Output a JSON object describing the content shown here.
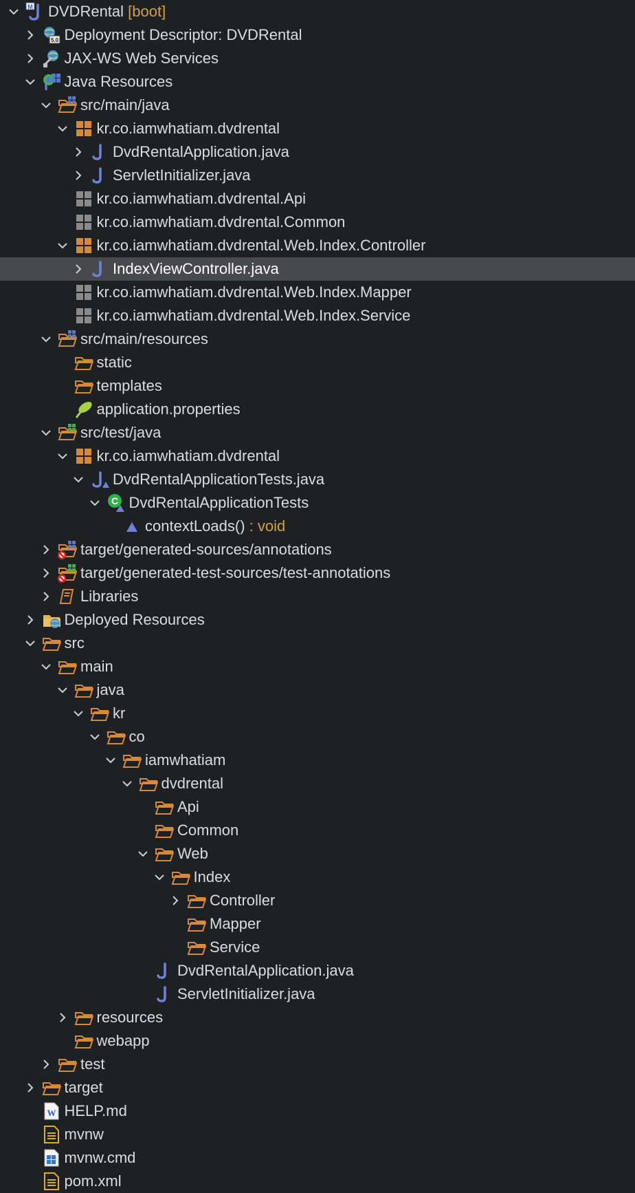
{
  "colors": {
    "background": "#1e2124",
    "text": "#dcdcdc",
    "decoration": "#d4a13c",
    "selection": "#47494d",
    "folder": "#d7893a",
    "java": "#6e82dc"
  },
  "tree": [
    {
      "label": "DVDRental",
      "decoration": "[boot]",
      "depth": 0,
      "chevron": "down",
      "icon": "maven-project-icon"
    },
    {
      "label": "Deployment Descriptor: DVDRental",
      "depth": 1,
      "chevron": "right",
      "icon": "deployment-descriptor-icon"
    },
    {
      "label": "JAX-WS Web Services",
      "depth": 1,
      "chevron": "right",
      "icon": "web-services-icon"
    },
    {
      "label": "Java Resources",
      "depth": 1,
      "chevron": "down",
      "icon": "java-resources-icon"
    },
    {
      "label": "src/main/java",
      "depth": 2,
      "chevron": "down",
      "icon": "source-folder-icon"
    },
    {
      "label": "kr.co.iamwhatiam.dvdrental",
      "depth": 3,
      "chevron": "down",
      "icon": "package-icon"
    },
    {
      "label": "DvdRentalApplication.java",
      "depth": 4,
      "chevron": "right",
      "icon": "java-file-icon"
    },
    {
      "label": "ServletInitializer.java",
      "depth": 4,
      "chevron": "right",
      "icon": "java-file-icon"
    },
    {
      "label": "kr.co.iamwhatiam.dvdrental.Api",
      "depth": 3,
      "chevron": "none",
      "icon": "empty-package-icon"
    },
    {
      "label": "kr.co.iamwhatiam.dvdrental.Common",
      "depth": 3,
      "chevron": "none",
      "icon": "empty-package-icon"
    },
    {
      "label": "kr.co.iamwhatiam.dvdrental.Web.Index.Controller",
      "depth": 3,
      "chevron": "down",
      "icon": "package-icon"
    },
    {
      "label": "IndexViewController.java",
      "depth": 4,
      "chevron": "right",
      "icon": "java-file-icon",
      "selected": true
    },
    {
      "label": "kr.co.iamwhatiam.dvdrental.Web.Index.Mapper",
      "depth": 3,
      "chevron": "none",
      "icon": "empty-package-icon"
    },
    {
      "label": "kr.co.iamwhatiam.dvdrental.Web.Index.Service",
      "depth": 3,
      "chevron": "none",
      "icon": "empty-package-icon"
    },
    {
      "label": "src/main/resources",
      "depth": 2,
      "chevron": "down",
      "icon": "source-folder-icon"
    },
    {
      "label": "static",
      "depth": 3,
      "chevron": "none",
      "icon": "folder-icon"
    },
    {
      "label": "templates",
      "depth": 3,
      "chevron": "none",
      "icon": "folder-icon"
    },
    {
      "label": "application.properties",
      "depth": 3,
      "chevron": "none",
      "icon": "properties-file-icon"
    },
    {
      "label": "src/test/java",
      "depth": 2,
      "chevron": "down",
      "icon": "test-source-folder-icon"
    },
    {
      "label": "kr.co.iamwhatiam.dvdrental",
      "depth": 3,
      "chevron": "down",
      "icon": "package-icon"
    },
    {
      "label": "DvdRentalApplicationTests.java",
      "depth": 4,
      "chevron": "down",
      "icon": "java-test-file-icon"
    },
    {
      "label": "DvdRentalApplicationTests",
      "depth": 5,
      "chevron": "down",
      "icon": "class-icon"
    },
    {
      "label": "contextLoads()",
      "decoration": ": void",
      "depth": 6,
      "chevron": "none",
      "icon": "method-icon"
    },
    {
      "label": "target/generated-sources/annotations",
      "depth": 2,
      "chevron": "right",
      "icon": "generated-source-folder-icon"
    },
    {
      "label": "target/generated-test-sources/test-annotations",
      "depth": 2,
      "chevron": "right",
      "icon": "generated-test-folder-icon"
    },
    {
      "label": "Libraries",
      "depth": 2,
      "chevron": "right",
      "icon": "libraries-icon"
    },
    {
      "label": "Deployed Resources",
      "depth": 1,
      "chevron": "right",
      "icon": "deployed-resources-icon"
    },
    {
      "label": "src",
      "depth": 1,
      "chevron": "down",
      "icon": "folder-icon"
    },
    {
      "label": "main",
      "depth": 2,
      "chevron": "down",
      "icon": "folder-icon"
    },
    {
      "label": "java",
      "depth": 3,
      "chevron": "down",
      "icon": "folder-icon"
    },
    {
      "label": "kr",
      "depth": 4,
      "chevron": "down",
      "icon": "folder-icon"
    },
    {
      "label": "co",
      "depth": 5,
      "chevron": "down",
      "icon": "folder-icon"
    },
    {
      "label": "iamwhatiam",
      "depth": 6,
      "chevron": "down",
      "icon": "folder-icon"
    },
    {
      "label": "dvdrental",
      "depth": 7,
      "chevron": "down",
      "icon": "folder-icon"
    },
    {
      "label": "Api",
      "depth": 8,
      "chevron": "none",
      "icon": "folder-icon"
    },
    {
      "label": "Common",
      "depth": 8,
      "chevron": "none",
      "icon": "folder-icon"
    },
    {
      "label": "Web",
      "depth": 8,
      "chevron": "down",
      "icon": "folder-icon"
    },
    {
      "label": "Index",
      "depth": 9,
      "chevron": "down",
      "icon": "folder-icon"
    },
    {
      "label": "Controller",
      "depth": 10,
      "chevron": "right",
      "icon": "folder-icon"
    },
    {
      "label": "Mapper",
      "depth": 10,
      "chevron": "none",
      "icon": "folder-icon"
    },
    {
      "label": "Service",
      "depth": 10,
      "chevron": "none",
      "icon": "folder-icon"
    },
    {
      "label": "DvdRentalApplication.java",
      "depth": 8,
      "chevron": "none",
      "icon": "java-file-icon"
    },
    {
      "label": "ServletInitializer.java",
      "depth": 8,
      "chevron": "none",
      "icon": "java-file-icon"
    },
    {
      "label": "resources",
      "depth": 3,
      "chevron": "right",
      "icon": "folder-icon"
    },
    {
      "label": "webapp",
      "depth": 3,
      "chevron": "none",
      "icon": "folder-icon"
    },
    {
      "label": "test",
      "depth": 2,
      "chevron": "right",
      "icon": "folder-icon"
    },
    {
      "label": "target",
      "depth": 1,
      "chevron": "right",
      "icon": "folder-icon"
    },
    {
      "label": "HELP.md",
      "depth": 1,
      "chevron": "none",
      "icon": "word-file-icon"
    },
    {
      "label": "mvnw",
      "depth": 1,
      "chevron": "none",
      "icon": "text-file-icon"
    },
    {
      "label": "mvnw.cmd",
      "depth": 1,
      "chevron": "none",
      "icon": "windows-file-icon"
    },
    {
      "label": "pom.xml",
      "depth": 1,
      "chevron": "none",
      "icon": "text-file-icon"
    }
  ]
}
